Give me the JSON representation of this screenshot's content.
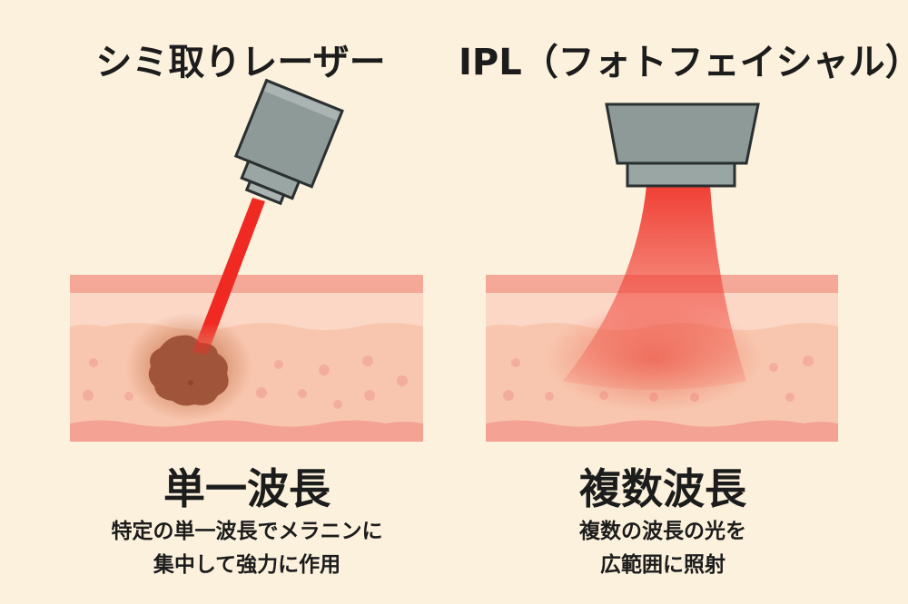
{
  "left": {
    "title": "シミ取りレーザー",
    "label": "単一波長",
    "desc_line1": "特定の単一波長でメラニンに",
    "desc_line2": "集中して強力に作用"
  },
  "right": {
    "title": "IPL（フォトフェイシャル）",
    "label": "複数波長",
    "desc_line1": "複数の波長の光を",
    "desc_line2": "広範囲に照射"
  },
  "colors": {
    "background": "#fbf1dc",
    "laser": "#f02a22",
    "device": "#8e9a98",
    "spot": "#a0553a"
  }
}
